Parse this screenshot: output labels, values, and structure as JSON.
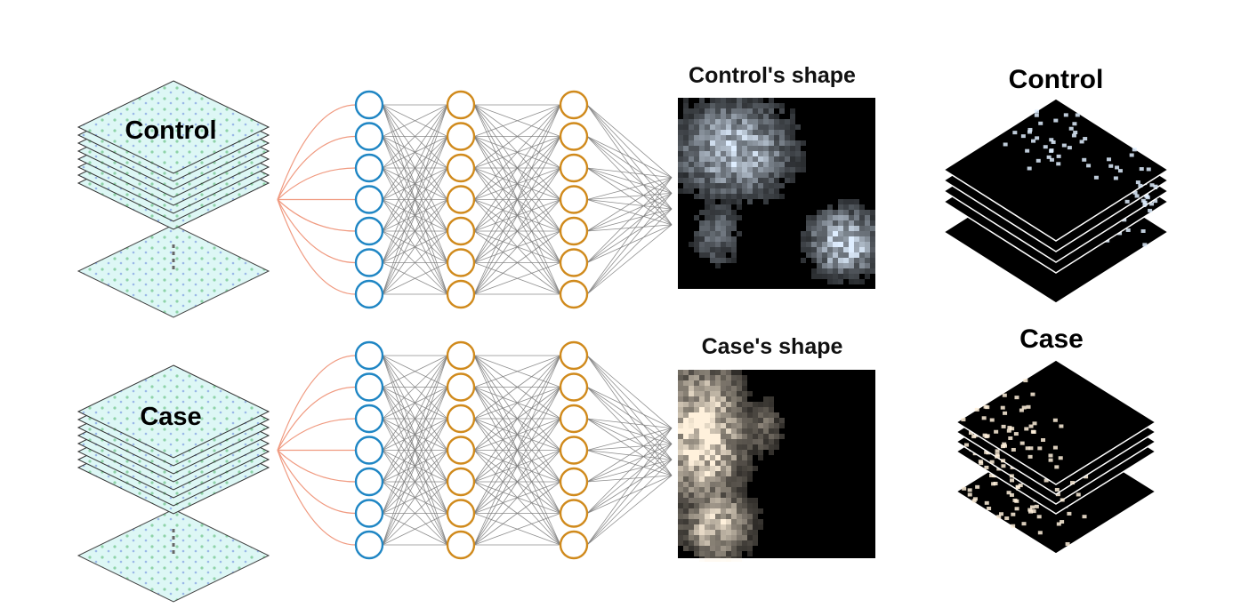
{
  "rows": [
    {
      "id": "control",
      "stack_label": "Control",
      "shape_title": "Control's shape",
      "output_title": "Control",
      "heat_color": "#dfeeff",
      "input_tint": "#ddf7f5"
    },
    {
      "id": "case",
      "stack_label": "Case",
      "shape_title": "Case's shape",
      "output_title": "Case",
      "heat_color": "#fff1dc",
      "input_tint": "#ddf7f5"
    }
  ],
  "network": {
    "nodes_per_layer": 7,
    "layer_colors": [
      "#1f86c4",
      "#d08a1c",
      "#d08a1c"
    ],
    "input_fan_color": "#f09a80",
    "connection_color": "#7a7a7a"
  }
}
